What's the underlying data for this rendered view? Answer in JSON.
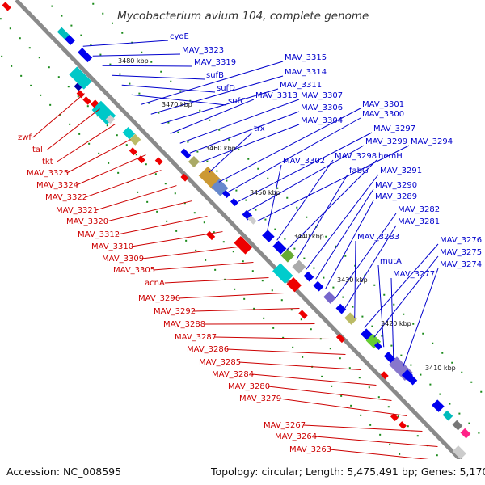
{
  "title": "Mycobacterium avium 104, complete genome",
  "footer": {
    "accession": "Accession: NC_008595",
    "summary": "Topology: circular; Length: 5,475,491 bp; Genes: 5,170"
  },
  "colors": {
    "backbone": "#8a8a8a",
    "forward_gene": "#0000ee",
    "reverse_gene": "#ee0000",
    "label_forward": "#0000cc",
    "label_reverse": "#cc0000",
    "tick": "#1a8a1a"
  },
  "scale_ticks": [
    {
      "label": "3480 kbp"
    },
    {
      "label": "3470 kbp"
    },
    {
      "label": "3460 kbp"
    },
    {
      "label": "3450 kbp"
    },
    {
      "label": "3440 kbp"
    },
    {
      "label": "3430 kbp"
    },
    {
      "label": "3420 kbp"
    },
    {
      "label": "3410 kbp"
    }
  ],
  "forward_labels": [
    "cyoE",
    "MAV_3323",
    "MAV_3319",
    "sufB",
    "sufD",
    "sufC",
    "MAV_3315",
    "MAV_3314",
    "MAV_3311",
    "MAV_3313",
    "MAV_3307",
    "MAV_3306",
    "MAV_3304",
    "trx",
    "MAV_3301",
    "MAV_3300",
    "MAV_3297",
    "MAV_3299",
    "MAV_3294",
    "MAV_3302",
    "MAV_3298",
    "hemH",
    "fabG",
    "MAV_3291",
    "MAV_3290",
    "MAV_3289",
    "MAV_3282",
    "MAV_3281",
    "MAV_3283",
    "MAV_3276",
    "MAV_3275",
    "mutA",
    "MAV_3277",
    "MAV_3274"
  ],
  "reverse_labels": [
    "zwf",
    "tal",
    "tkt",
    "MAV_3325",
    "MAV_3324",
    "MAV_3322",
    "MAV_3321",
    "MAV_3320",
    "MAV_3312",
    "MAV_3310",
    "MAV_3309",
    "MAV_3305",
    "acnA",
    "MAV_3296",
    "MAV_3292",
    "MAV_3288",
    "MAV_3287",
    "MAV_3286",
    "MAV_3285",
    "MAV_3284",
    "MAV_3280",
    "MAV_3279",
    "MAV_3267",
    "MAV_3264",
    "MAV_3263"
  ]
}
